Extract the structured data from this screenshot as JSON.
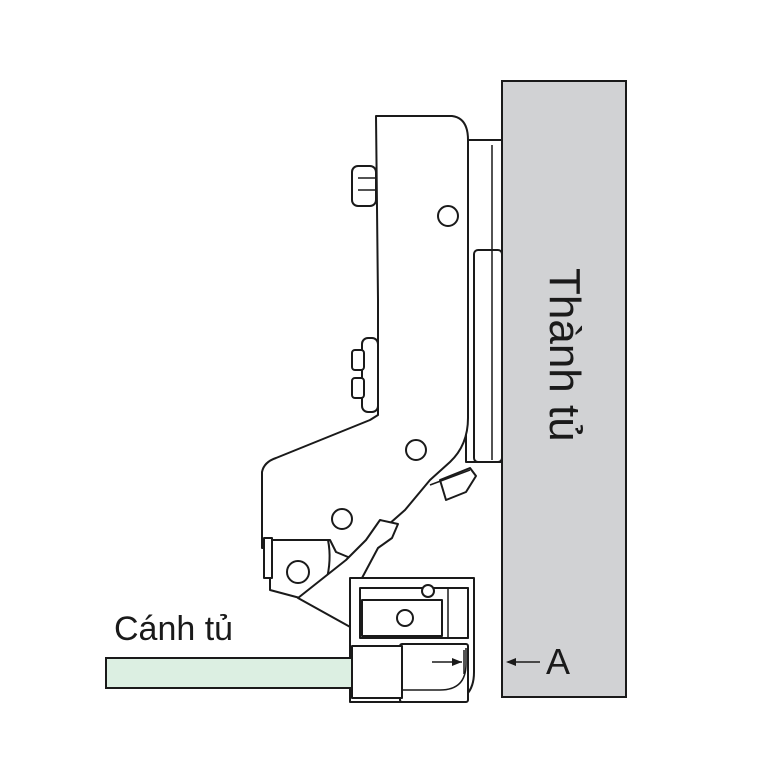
{
  "labels": {
    "cabinet_wall": "Thành tủ",
    "cabinet_door": "Cánh tủ",
    "dimension": "A"
  },
  "colors": {
    "cabinet_wall": "#d1d2d4",
    "cabinet_door": "#dcefe2",
    "outline": "#1a1a1a"
  }
}
